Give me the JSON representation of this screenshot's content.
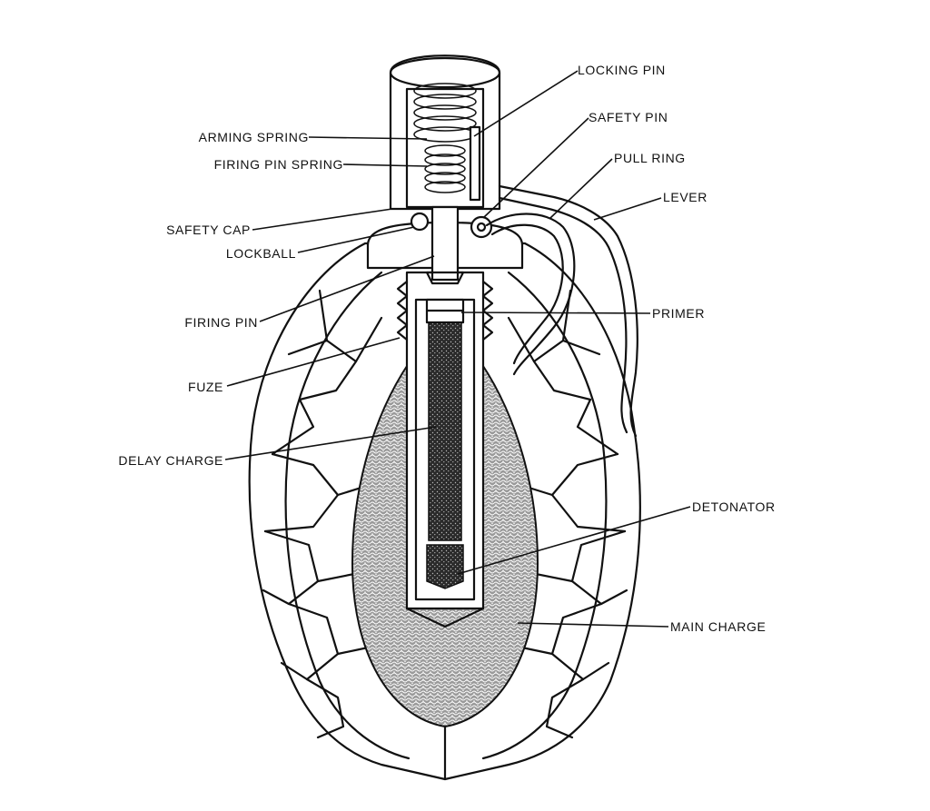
{
  "labels": {
    "locking_pin": "LOCKING PIN",
    "safety_pin": "SAFETY PIN",
    "pull_ring": "PULL RING",
    "lever": "LEVER",
    "arming_spring": "ARMING SPRING",
    "firing_pin_spring": "FIRING PIN SPRING",
    "safety_cap": "SAFETY CAP",
    "lockball": "LOCKBALL",
    "firing_pin": "FIRING PIN",
    "primer": "PRIMER",
    "fuze": "FUZE",
    "delay_charge": "DELAY CHARGE",
    "detonator": "DETONATOR",
    "main_charge": "MAIN CHARGE"
  },
  "colors": {
    "ink": "#111111",
    "paper": "#ffffff",
    "charge_fill": "#8a8a8a",
    "delay_fill": "#333333"
  }
}
